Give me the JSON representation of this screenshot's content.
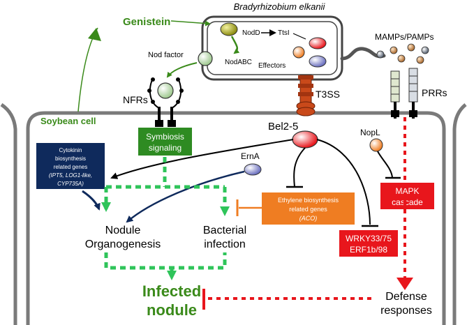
{
  "labels": {
    "genistein": "Genistein",
    "bacterium": "Bradyrhizobium elkanii",
    "nodd": "NodD",
    "ttsi": "TtsI",
    "nodabc": "NodABC",
    "effectors": "Effectors",
    "nod_factor": "Nod factor",
    "mamps": "MAMPs/PAMPs",
    "nfrs": "NFRs",
    "t3ss": "T3SS",
    "prrs": "PRRs",
    "soybean_cell": "Soybean cell",
    "bel25": "Bel2-5",
    "symbiosis_1": "Symbiosis",
    "symbiosis_2": "signaling",
    "nopl": "NopL",
    "cytokinin_1": "Cytokinin",
    "cytokinin_2": "biosynthesis",
    "cytokinin_3": "related genes",
    "cytokinin_4": "(IPT5, LOG1-like,",
    "cytokinin_5": "CYP735A)",
    "erna": "ErnA",
    "ethylene_1": "Ethylene biosynthesis",
    "ethylene_2": "related genes",
    "ethylene_3": "(ACO)",
    "mapk_1": "MAPK",
    "mapk_2": "cascade",
    "nodule_1": "Nodule",
    "nodule_2": "Organogenesis",
    "bacterial_1": "Bacterial",
    "bacterial_2": "infection",
    "wrky_1": "WRKY33/75",
    "wrky_2": "ERF1b/98",
    "infected_1": "Infected",
    "infected_2": "nodule",
    "defense_1": "Defense",
    "defense_2": "responses"
  },
  "colors": {
    "green": "#3a8a1a",
    "green_box": "#2e8b22",
    "green_dash": "#2fc45a",
    "navy": "#0f2a5c",
    "orange": "#ef7d22",
    "red": "#e8161c",
    "cell_wall": "#7a7a7a"
  }
}
